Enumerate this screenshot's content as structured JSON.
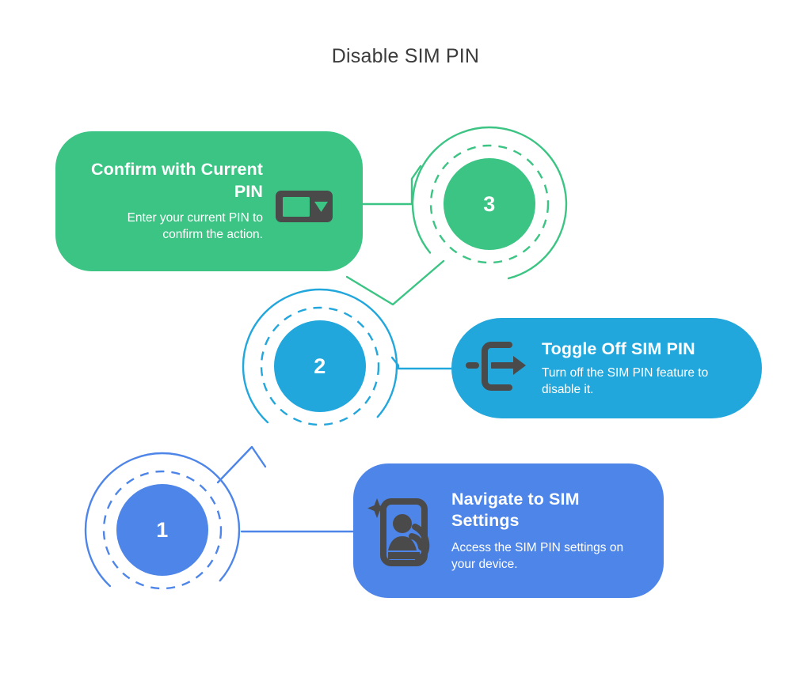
{
  "page": {
    "title": "Disable SIM PIN",
    "background": "#ffffff",
    "title_color": "#3c3c3c"
  },
  "palette": {
    "green": "#3bc483",
    "cyan": "#22a7dc",
    "blue": "#4e85e8",
    "icon_dark": "#4a4a4a",
    "text_on_card": "#ffffff"
  },
  "steps": [
    {
      "number": "1",
      "color": "#4e85e8",
      "heading": "Navigate to SIM Settings",
      "body": "Access the SIM PIN settings on your device.",
      "icon": "phone-person-swipe-icon",
      "card_side": "right",
      "text_align": "left"
    },
    {
      "number": "2",
      "color": "#22a7dc",
      "heading": "Toggle Off SIM PIN",
      "body": "Turn off the SIM PIN feature to disable it.",
      "icon": "logout-exit-icon",
      "card_side": "right",
      "text_align": "left"
    },
    {
      "number": "3",
      "color": "#3bc483",
      "heading": "Confirm with Current PIN",
      "body": "Enter your current PIN to confirm the action.",
      "icon": "dropdown-select-icon",
      "card_side": "left",
      "text_align": "right"
    }
  ]
}
